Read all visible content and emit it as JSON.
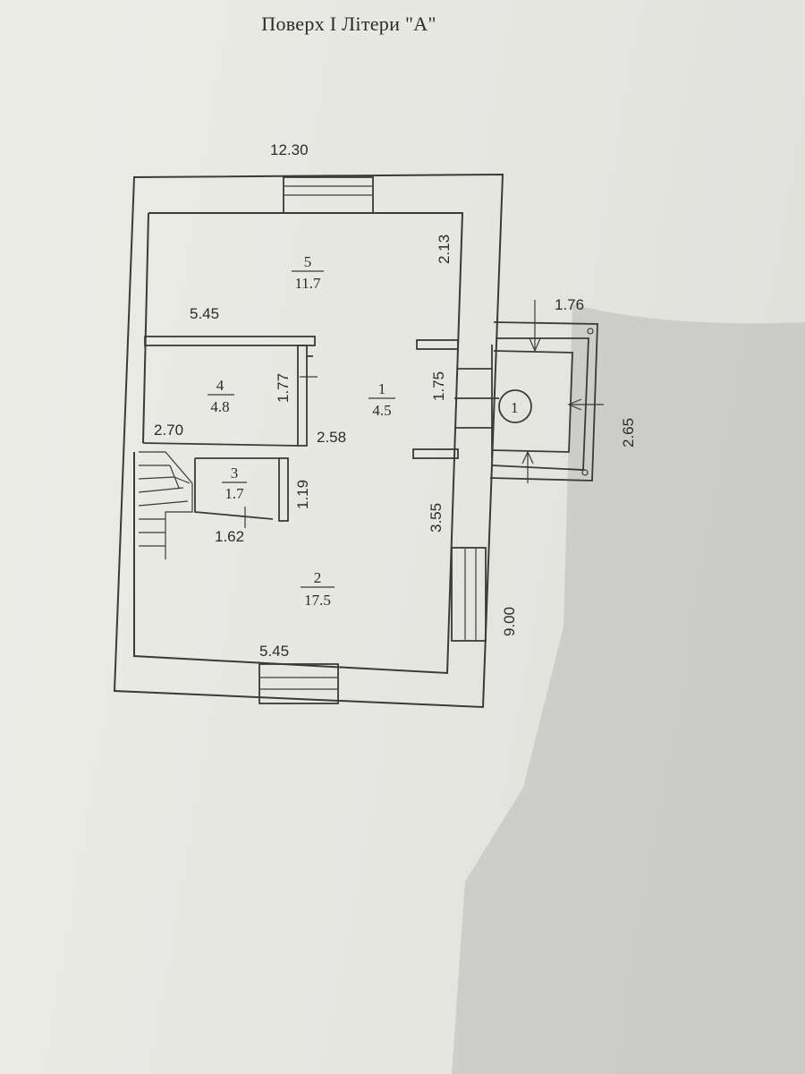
{
  "title": "Поверх I Літери \"А\"",
  "rooms": [
    {
      "number": "5",
      "area": "11.7"
    },
    {
      "number": "4",
      "area": "4.8"
    },
    {
      "number": "1",
      "area": "4.5"
    },
    {
      "number": "3",
      "area": "1.7"
    },
    {
      "number": "2",
      "area": "17.5"
    }
  ],
  "dimensions": {
    "overall_width": "12.30",
    "room5_width": "5.45",
    "room5_depth": "2.13",
    "room4_width": "2.70",
    "room4_depth": "1.77",
    "hall_width": "2.58",
    "hall_depth": "1.75",
    "room3_depth": "1.19",
    "room3_width": "1.62",
    "room2_depth": "3.55",
    "room2_width": "5.45",
    "overall_depth": "9.00",
    "porch_width": "1.76",
    "porch_depth": "2.65"
  },
  "porch_label": "1"
}
